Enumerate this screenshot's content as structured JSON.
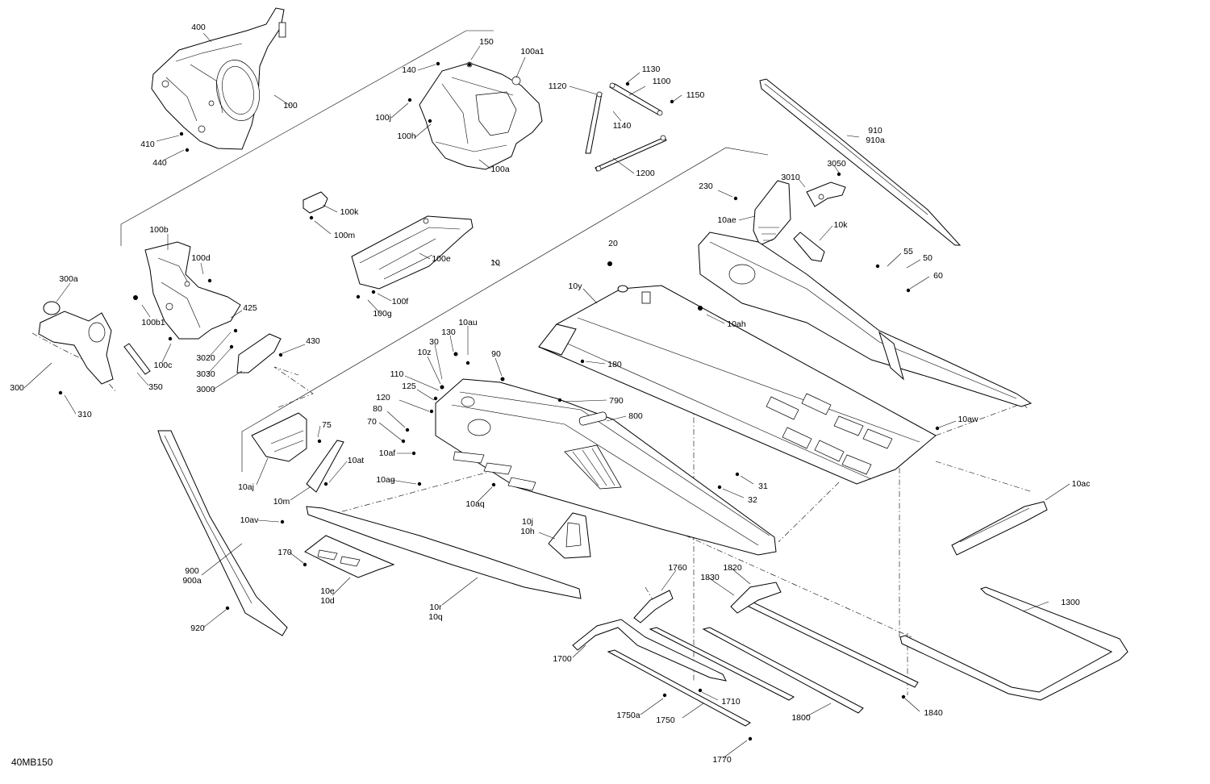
{
  "diagram_code": "40MB150",
  "callouts": [
    "400",
    "150",
    "100a1",
    "140",
    "1130",
    "1120",
    "1100",
    "1150",
    "100",
    "100j",
    "1140",
    "100h",
    "910\n910a",
    "410",
    "100a",
    "440",
    "1200",
    "3050",
    "3010",
    "230",
    "100k",
    "100m",
    "10ae",
    "10k",
    "100b",
    "100e",
    "10",
    "20",
    "55",
    "50",
    "100d",
    "60",
    "10y",
    "300a",
    "100f",
    "100b1",
    "425",
    "100g",
    "10ah",
    "10au",
    "130",
    "30",
    "10z",
    "430",
    "100c",
    "3020",
    "90",
    "180",
    "3030",
    "300",
    "350",
    "3000",
    "110",
    "125",
    "310",
    "120",
    "790",
    "80",
    "800",
    "70",
    "10aw",
    "75",
    "10af",
    "10at",
    "10ag",
    "31",
    "10ac",
    "10aj",
    "32",
    "10m",
    "10aq",
    "10av",
    "10j\n10h",
    "170",
    "900\n900a",
    "1760",
    "1820",
    "1830",
    "10e\n10d",
    "10r\n10q",
    "1300",
    "920",
    "1700",
    "1710",
    "1840",
    "1750a",
    "1800",
    "1750",
    "1770"
  ]
}
